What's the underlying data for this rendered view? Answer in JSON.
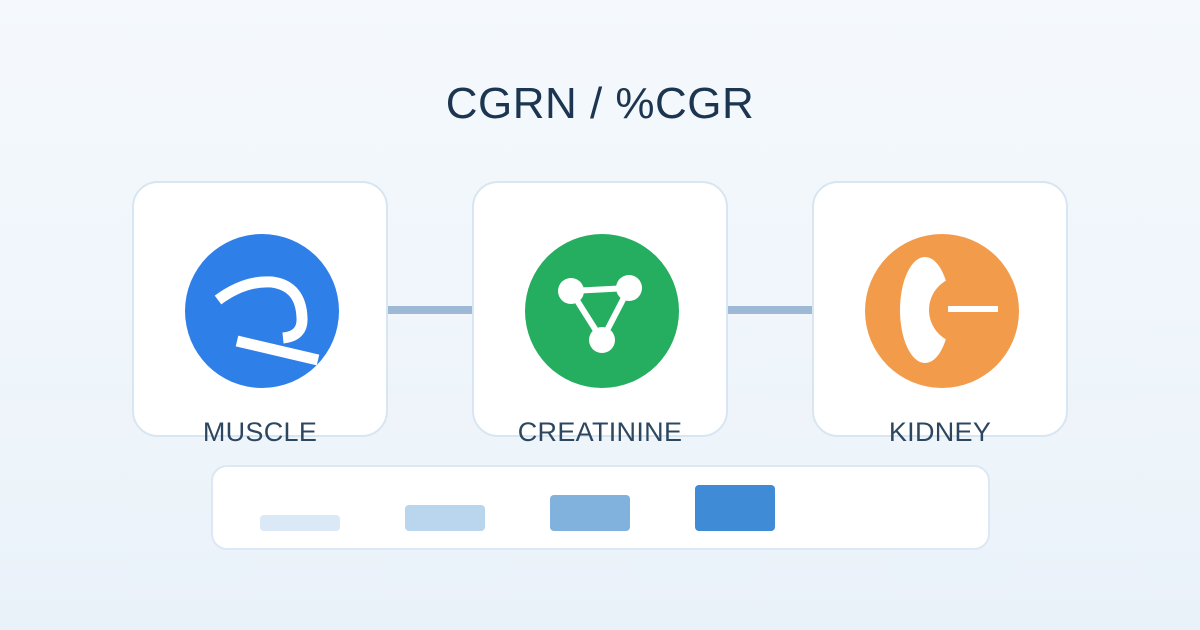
{
  "title": "CGRN / %CGR",
  "colors": {
    "muscle": "#2f7fe8",
    "creatinine": "#25ae5f",
    "kidney": "#f29b4b",
    "connector": "#9db9d6"
  },
  "flow": [
    {
      "label": "MUSCLE",
      "icon": "muscle-icon"
    },
    {
      "label": "CREATININE",
      "icon": "molecule-icon"
    },
    {
      "label": "KIDNEY",
      "icon": "kidney-icon"
    }
  ],
  "legend": {
    "levels": [
      {
        "fill": "#dbe8f6",
        "level": 1
      },
      {
        "fill": "#bad6ee",
        "level": 2
      },
      {
        "fill": "#81b1dd",
        "level": 3
      },
      {
        "fill": "#3f8bd6",
        "level": 4
      }
    ]
  }
}
